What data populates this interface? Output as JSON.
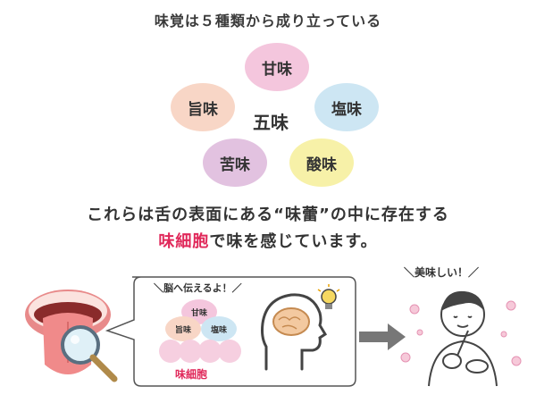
{
  "title": "味覚は５種類から成り立っている",
  "center": "五味",
  "tastes": [
    {
      "label": "甘味",
      "color": "#f4c6dd"
    },
    {
      "label": "塩味",
      "color": "#cde6f3"
    },
    {
      "label": "酸味",
      "color": "#f7f1a8"
    },
    {
      "label": "苦味",
      "color": "#e2c2e0"
    },
    {
      "label": "旨味",
      "color": "#f8d6c6"
    }
  ],
  "explanation": {
    "line1": "これらは舌の表面にある“味蕾”の中に存在する",
    "line2_accent": "味細胞",
    "line2_rest": "で味を感じています。"
  },
  "bubble": {
    "text": "＼脳へ伝えるよ！／",
    "mini_tastes": [
      "甘味",
      "旨味",
      "塩味"
    ],
    "cells_label": "味細胞"
  },
  "person": {
    "exclaim": "＼美味しい！／"
  }
}
